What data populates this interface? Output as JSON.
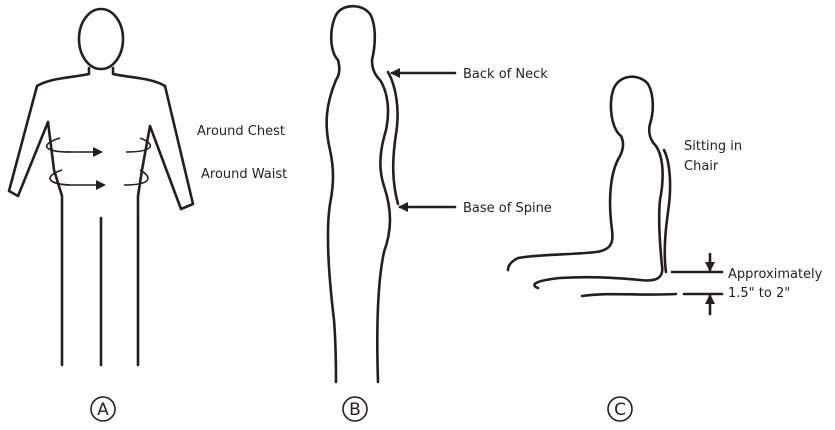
{
  "figure_a": {
    "letter": "A",
    "label_chest": "Around Chest",
    "label_waist": "Around Waist"
  },
  "figure_b": {
    "letter": "B",
    "label_neck": "Back of Neck",
    "label_spine": "Base of Spine"
  },
  "figure_c": {
    "letter": "C",
    "label_sitting_line1": "Sitting in",
    "label_sitting_line2": "Chair",
    "label_approx_line1": "Approximately",
    "label_approx_line2": "1.5\" to 2\""
  }
}
